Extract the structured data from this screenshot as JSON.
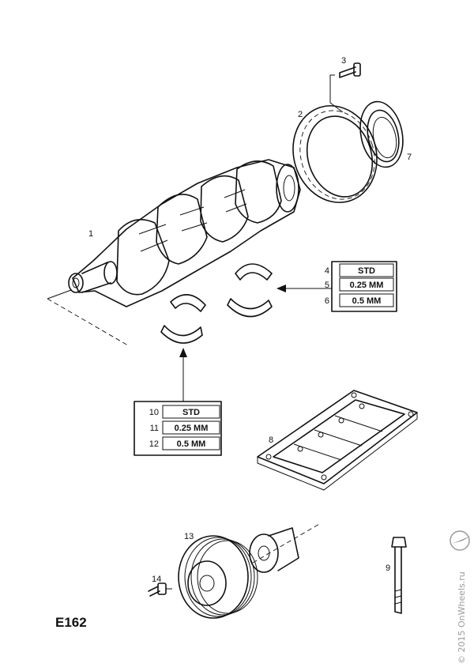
{
  "diagram": {
    "code": "E162",
    "watermark": "© 2015 OnWheels.ru"
  },
  "callouts": {
    "c1": "1",
    "c2": "2",
    "c3": "3",
    "c7": "7",
    "c8": "8",
    "c9": "9",
    "c13": "13",
    "c14": "14"
  },
  "table_upper": {
    "rows": [
      {
        "num": "4",
        "size": "STD"
      },
      {
        "num": "5",
        "size": "0.25 MM"
      },
      {
        "num": "6",
        "size": "0.5 MM"
      }
    ]
  },
  "table_lower": {
    "rows": [
      {
        "num": "10",
        "size": "STD"
      },
      {
        "num": "11",
        "size": "0.25 MM"
      },
      {
        "num": "12",
        "size": "0.5 MM"
      }
    ]
  }
}
